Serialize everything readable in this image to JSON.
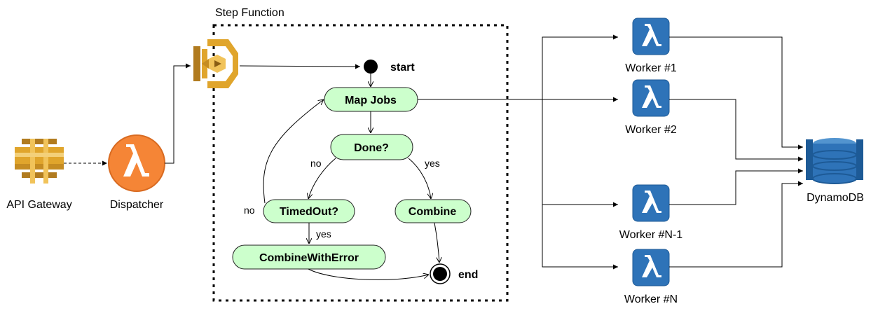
{
  "step_function": {
    "title": "Step Function"
  },
  "api_gateway": {
    "label": "API Gateway"
  },
  "dispatcher": {
    "label": "Dispatcher"
  },
  "states": {
    "start": "start",
    "map_jobs": "Map Jobs",
    "done": "Done?",
    "timed_out": "TimedOut?",
    "combine": "Combine",
    "combine_with_error": "CombineWithError",
    "end": "end"
  },
  "edge_labels": {
    "done_no": "no",
    "done_yes": "yes",
    "timedout_no": "no",
    "timedout_yes": "yes"
  },
  "workers": [
    {
      "label": "Worker #1"
    },
    {
      "label": "Worker #2"
    },
    {
      "label": "Worker #N-1"
    },
    {
      "label": "Worker #N"
    }
  ],
  "dynamodb": {
    "label": "DynamoDB"
  },
  "colors": {
    "lambda_orange": "#f58536",
    "lambda_blue": "#2e73b8",
    "state_fill": "#ccffcc",
    "aws_gold": "#e0a52c",
    "dynamodb_blue": "#2e73b8"
  }
}
